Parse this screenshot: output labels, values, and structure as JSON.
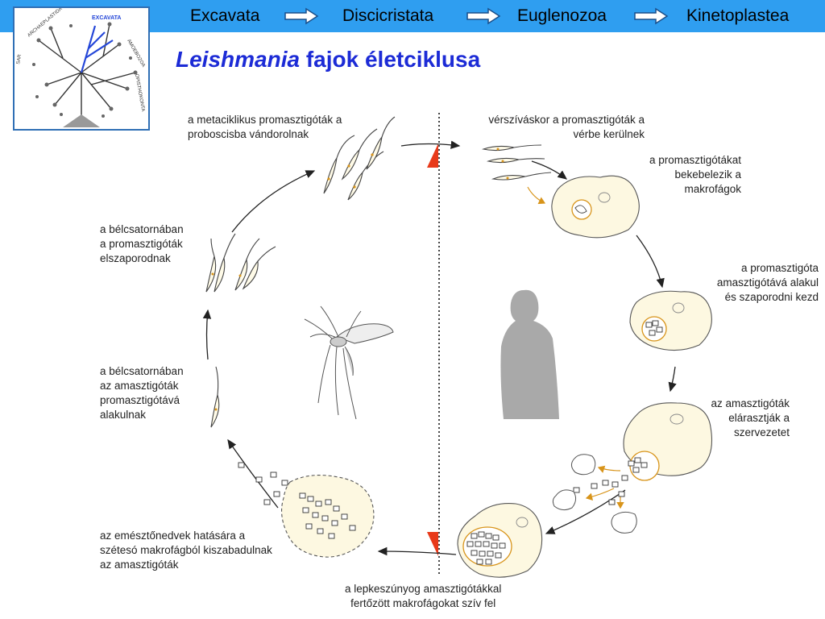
{
  "header": {
    "breadcrumb": [
      "Excavata",
      "Discicristata",
      "Euglenozoa",
      "Kinetoplastea"
    ],
    "bar_color": "#2f9ef0"
  },
  "thumbnail": {
    "labels": [
      "EXCAVATA",
      "ARCHAEPLASTIDA",
      "AMOEBOZOA",
      "OPISTHOKONTA",
      "SAR"
    ]
  },
  "title": {
    "genus": "Leishmania",
    "rest": " fajok életciklusa",
    "color": "#1c2bd6"
  },
  "labels": {
    "metacyclic": [
      "a metaciklikus promasztigóták a",
      "proboscisba vándorolnak"
    ],
    "bloodmeal": [
      "vérszíváskor a promasztigóták a",
      "vérbe kerülnek"
    ],
    "engulf": [
      "a promasztigótákat",
      "bekebelezik a",
      "makrofágok"
    ],
    "transform": [
      "a promasztigóta",
      "amasztigótává alakul",
      "és szaporodni kezd"
    ],
    "spread": [
      "az amasztigóták",
      "elárasztják a",
      "szervezetet"
    ],
    "suck": [
      "a lepkeszúnyog  amasztigótákkal",
      "fertőzött makrofágokat szív fel"
    ],
    "digest": [
      "az emésztőnedvek hatására a",
      "szétesó makrofágból kiszabadulnak",
      "az amasztigóták"
    ],
    "gut_transform": [
      "a bélcsatornában",
      "az amasztigóták",
      "promasztigótává",
      "alakulnak"
    ],
    "gut_multiply": [
      "a bélcsatornában",
      "a promasztigóták",
      "elszaporodnak"
    ]
  }
}
